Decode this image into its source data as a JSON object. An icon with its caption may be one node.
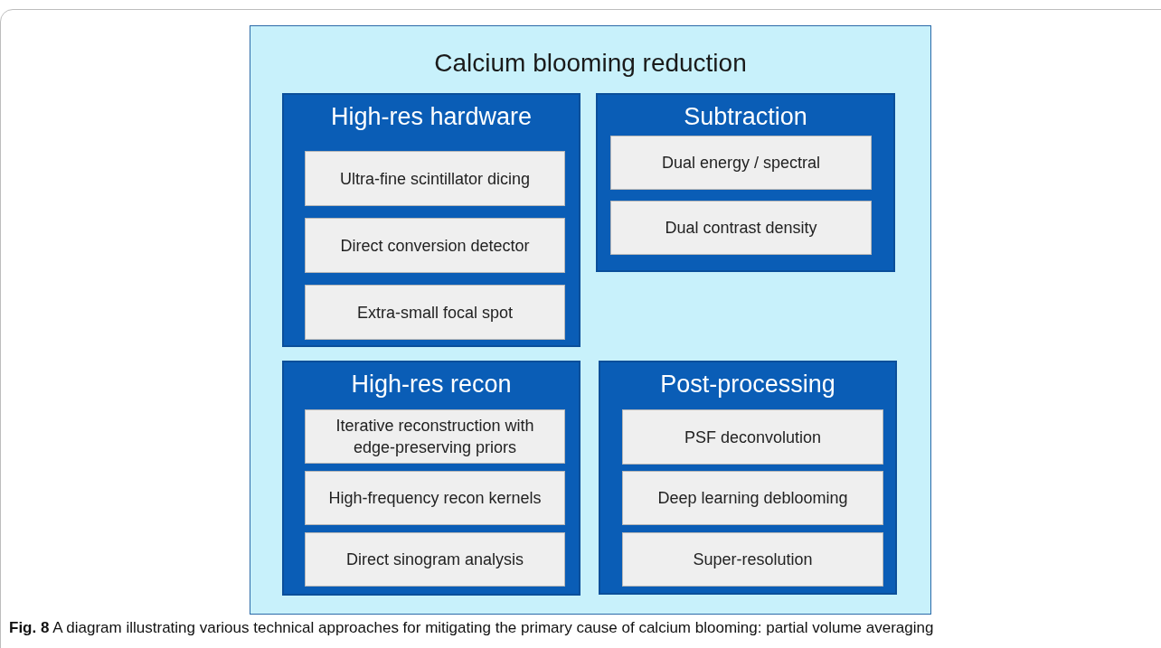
{
  "diagram": {
    "caption": "**Fig. 8** A diagram illustrating various technical approaches for mitigating the primary cause of calcium blooming: partial volume averaging",
    "nodes": [
      {
        "text": [
          "Calcium blooming reduction"
        ]
      },
      {
        "text": [
          "High-res hardware"
        ],
        "in": 0
      },
      {
        "text": [
          "Ultra-fine scintillator dicing"
        ],
        "in": 1
      },
      {
        "text": [
          "Direct conversion detector"
        ],
        "in": 1
      },
      {
        "text": [
          "Extra-small focal spot"
        ],
        "in": 1
      },
      {
        "text": [
          "Subtraction"
        ],
        "in": 0
      },
      {
        "text": [
          "Dual energy / spectral"
        ],
        "in": 5
      },
      {
        "text": [
          "Dual contrast density"
        ],
        "in": 5
      },
      {
        "text": [
          "High-res recon"
        ],
        "in": 0
      },
      {
        "text": [
          "Iterative reconstruction with edge-preserving priors"
        ],
        "in": 8
      },
      {
        "text": [
          "High-frequency recon kernels"
        ],
        "in": 8
      },
      {
        "text": [
          "Direct sinogram analysis"
        ],
        "in": 8
      },
      {
        "text": [
          "Post-processing"
        ],
        "in": 0
      },
      {
        "text": [
          "PSF deconvolution"
        ],
        "in": 12
      },
      {
        "text": [
          "Deep learning deblooming"
        ],
        "in": 12
      },
      {
        "text": [
          "Super-resolution"
        ],
        "in": 12
      }
    ],
    "edges": []
  }
}
